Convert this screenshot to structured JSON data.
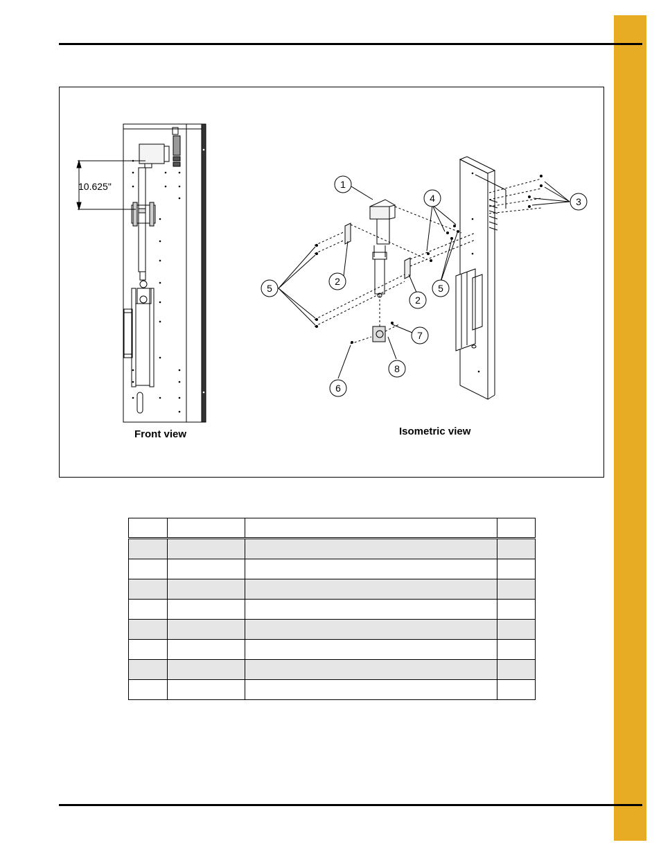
{
  "figure": {
    "dimension_label": "10.625\"",
    "front_view_caption": "Front view",
    "isometric_view_caption": "Isometric view",
    "callouts": [
      "1",
      "2",
      "2",
      "3",
      "4",
      "5",
      "5",
      "6",
      "7",
      "8"
    ]
  },
  "parts_table": {
    "headers": [
      "",
      "",
      "",
      ""
    ],
    "rows": [
      [
        "",
        "",
        "",
        ""
      ],
      [
        "",
        "",
        "",
        ""
      ],
      [
        "",
        "",
        "",
        ""
      ],
      [
        "",
        "",
        "",
        ""
      ],
      [
        "",
        "",
        "",
        ""
      ],
      [
        "",
        "",
        "",
        ""
      ],
      [
        "",
        "",
        "",
        ""
      ],
      [
        "",
        "",
        "",
        ""
      ]
    ]
  },
  "colors": {
    "accent_tab": "#e8ab24",
    "row_shade": "#e6e6e6"
  }
}
